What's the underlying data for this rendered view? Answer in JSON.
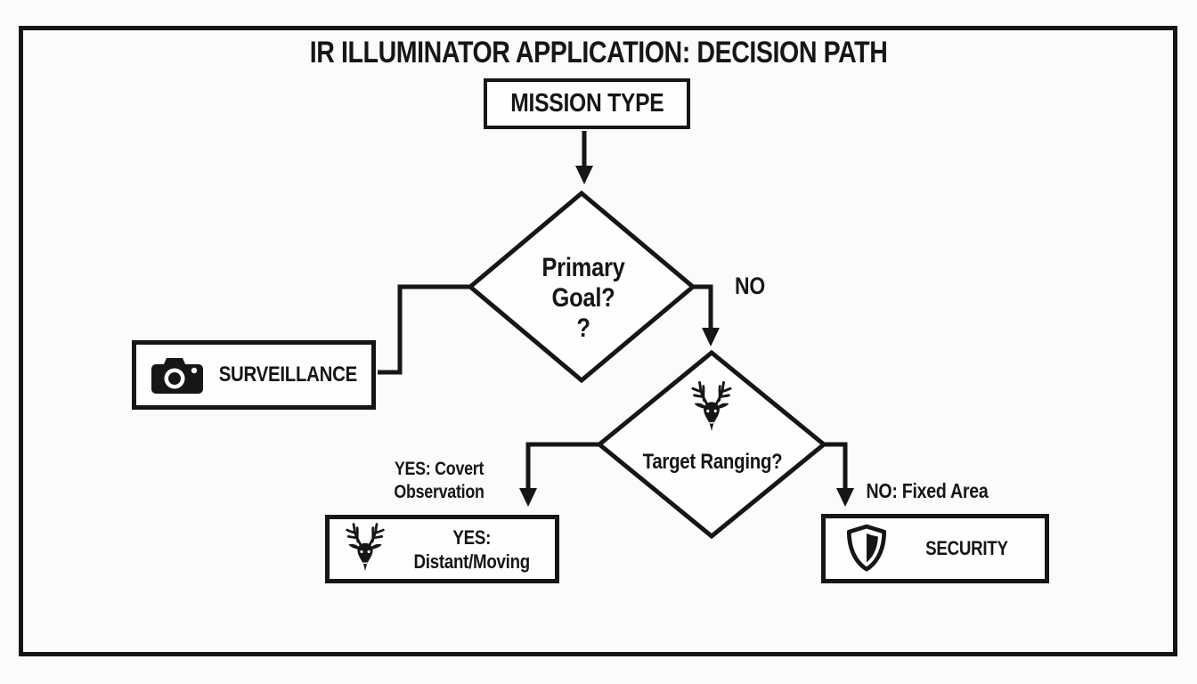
{
  "title": "IR ILLUMINATOR APPLICATION: DECISION PATH",
  "colors": {
    "ink": "#161616",
    "background": "#fbfbfb"
  },
  "nodes": {
    "mission_type": {
      "label": "MISSION TYPE"
    },
    "primary_goal": {
      "lines": [
        "Primary",
        "Goal?",
        "?"
      ]
    },
    "surveillance": {
      "label": "SURVEILLANCE",
      "icon": "camera-icon"
    },
    "target_ranging": {
      "label": "Target Ranging?",
      "icon": "deer-icon"
    },
    "yes_outcome": {
      "lines": [
        "YES:",
        "Distant/Moving"
      ],
      "icon": "deer-icon"
    },
    "security": {
      "label": "SECURITY",
      "icon": "shield-icon"
    }
  },
  "edge_labels": {
    "no": "NO",
    "yes_covert": [
      "YES: Covert",
      "Observation"
    ],
    "no_fixed": "NO: Fixed Area"
  }
}
